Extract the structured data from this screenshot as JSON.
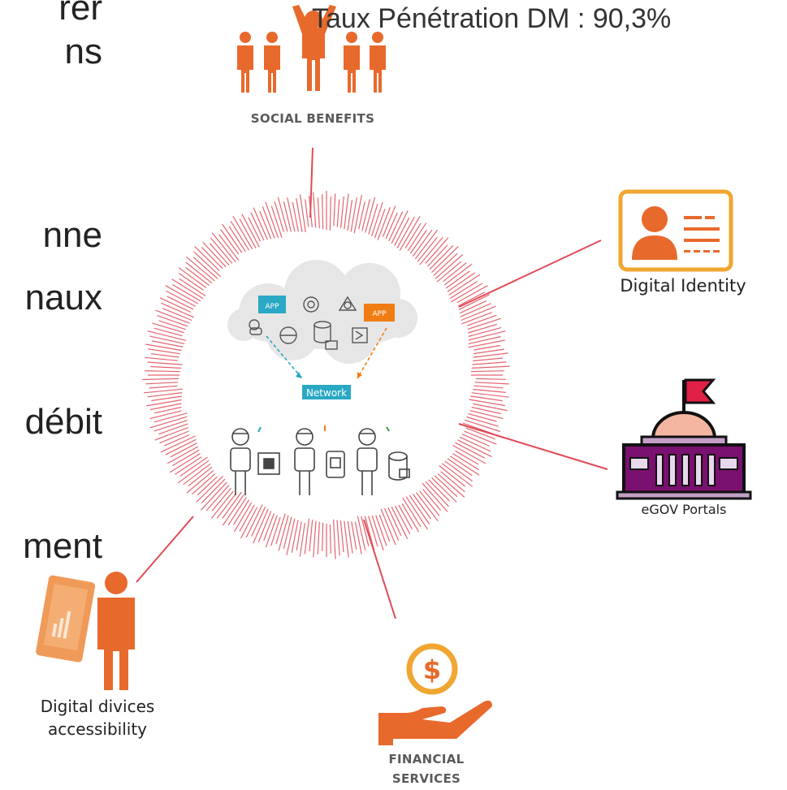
{
  "slide_fragments": [
    "rer",
    "ns",
    "nne",
    "naux",
    "débit",
    "ment"
  ],
  "penetration_label": "Taux Pénétration DM : 90,3%",
  "hub": {
    "app_label_1": "APP",
    "app_label_2": "APP",
    "network_label": "Network"
  },
  "spokes": {
    "social_benefits": "SOCIAL BENEFITS",
    "digital_identity": "Digital Identity",
    "egov_portals": "eGOV Portals",
    "financial_services_1": "FINANCIAL",
    "financial_services_2": "SERVICES",
    "digital_devices_1": "Digital divices",
    "digital_devices_2": "accessibility"
  },
  "colors": {
    "accent_orange": "#e8692c",
    "ring_red": "#e04a55",
    "app_teal": "#2aa8c4",
    "app_orange": "#f07d14",
    "flag_red": "#e02045",
    "building_purple": "#7a1070"
  }
}
